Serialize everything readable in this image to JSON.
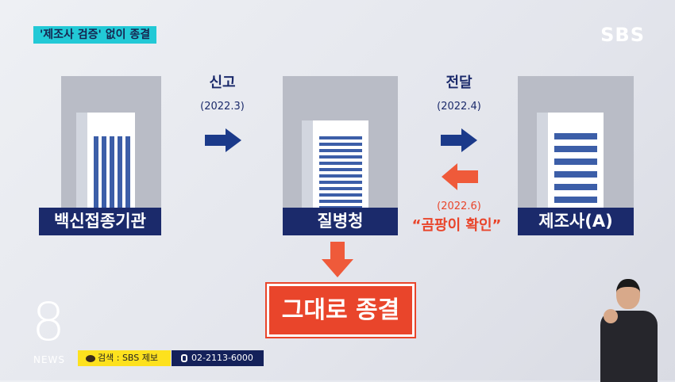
{
  "header": {
    "tag": "'제조사 검증' 없이 종결",
    "channel_logo": "SBS"
  },
  "flow": {
    "nodes": [
      {
        "label": "백신접종기관"
      },
      {
        "label": "질병청"
      },
      {
        "label": "제조사(A)"
      }
    ],
    "report": {
      "label": "신고",
      "date": "(2022.3)"
    },
    "forward": {
      "label": "전달",
      "date": "(2022.4)"
    },
    "reply": {
      "date": "(2022.6)",
      "label": "“곰팡이 확인”"
    },
    "result": "그대로 종결"
  },
  "footer": {
    "program_number": "8",
    "program_name": "NEWS",
    "kakao_text": "검색 : SBS 제보",
    "phone": "02-2113-6000"
  },
  "colors": {
    "navy": "#1b2a6b",
    "red": "#e9452b",
    "cyan": "#22c9d6",
    "yellow": "#fde11e"
  }
}
